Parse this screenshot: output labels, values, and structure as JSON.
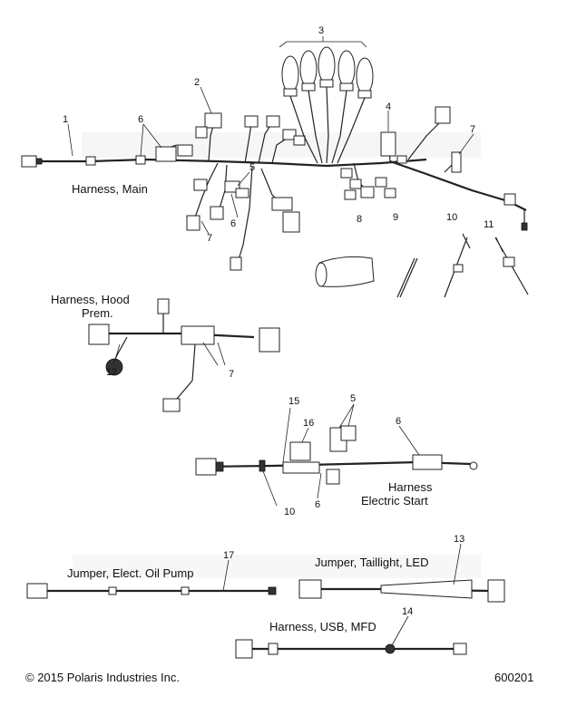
{
  "callouts": {
    "c1": "1",
    "c2": "2",
    "c3": "3",
    "c4": "4",
    "c5a": "5",
    "c5b": "5",
    "c6a": "6",
    "c6b": "6",
    "c6c": "6",
    "c6d": "6",
    "c7a": "7",
    "c7b": "7",
    "c7c": "7",
    "c8": "8",
    "c9": "9",
    "c10a": "10",
    "c10b": "10",
    "c11": "11",
    "c12": "12",
    "c13": "13",
    "c14": "14",
    "c15": "15",
    "c16": "16",
    "c17": "17"
  },
  "titles": {
    "harness_main": "Harness, Main",
    "hood_line1": "Harness, Hood",
    "hood_line2": "Prem.",
    "estart_line1": "Harness",
    "estart_line2": "Electric Start",
    "oil_pump": "Jumper, Elect. Oil Pump",
    "taillight": "Jumper, Taillight, LED",
    "usb": "Harness, USB, MFD"
  },
  "footer": {
    "copyright": "© 2015 Polaris Industries Inc.",
    "code": "600201"
  }
}
